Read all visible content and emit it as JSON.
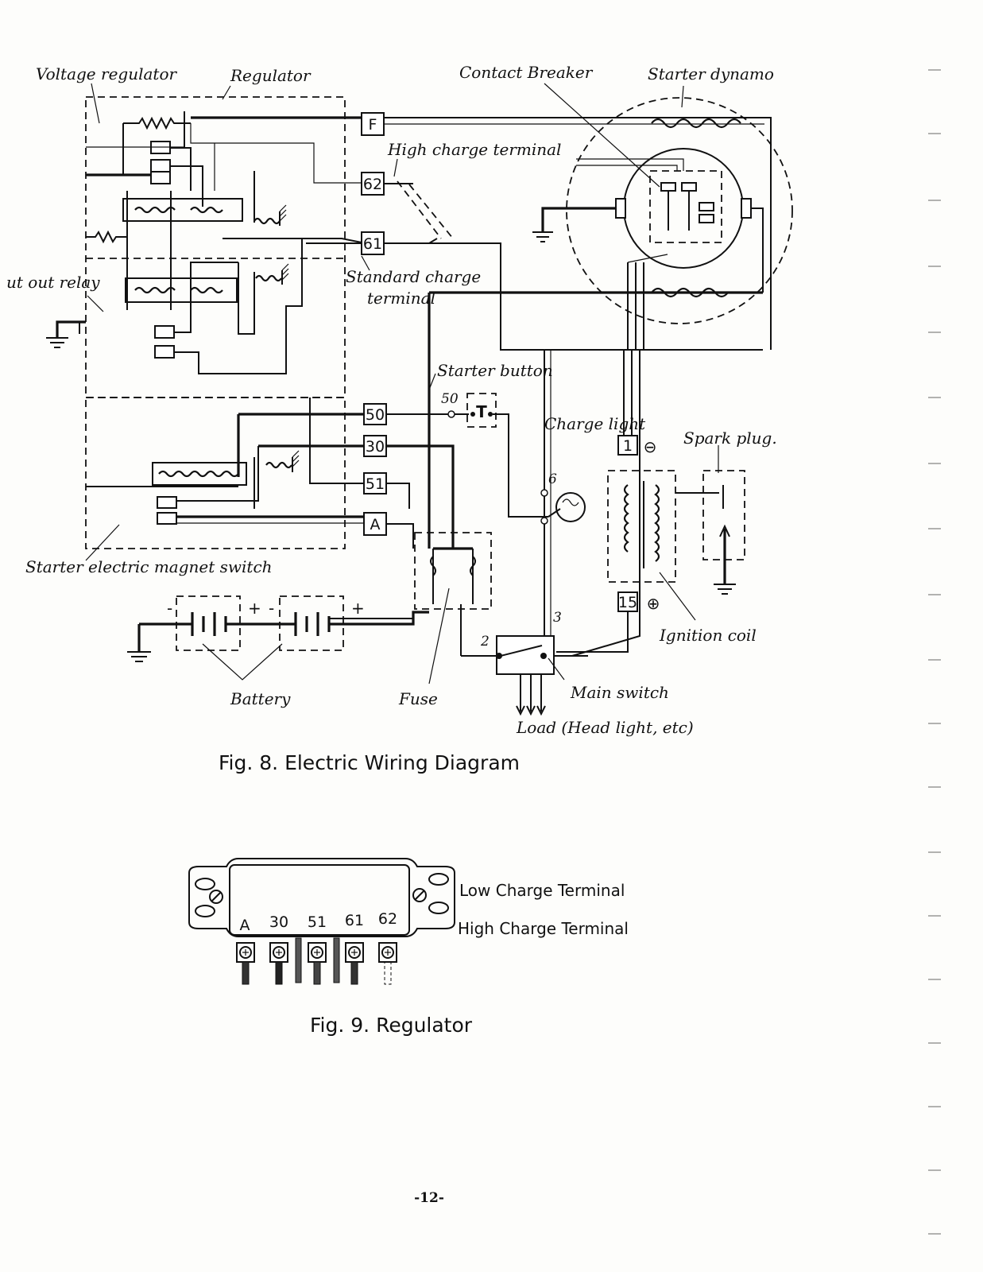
{
  "fig8": {
    "caption": "Fig. 8. Electric Wiring Diagram",
    "labels": {
      "voltage_regulator": "Voltage regulator",
      "regulator": "Regulator",
      "contact_breaker": "Contact Breaker",
      "starter_dynamo": "Starter dynamo",
      "high_charge_terminal": "High charge terminal",
      "standard_charge_line1": "Standard charge",
      "standard_charge_line2": "terminal",
      "cut_out_relay": "ut out relay",
      "starter_button": "Starter button",
      "charge_light": "Charge light",
      "spark_plug": "Spark plug.",
      "starter_magnet_switch": "Starter electric magnet switch",
      "ignition_coil": "Ignition coil",
      "battery": "Battery",
      "fuse": "Fuse",
      "main_switch": "Main switch",
      "load": "Load (Head light, etc)"
    },
    "terminals": {
      "F": "F",
      "t62": "62",
      "t61": "61",
      "t50": "50",
      "t30": "30",
      "t51": "51",
      "A": "A",
      "t1": "1",
      "t15": "15"
    },
    "wire_marks": {
      "n50": "50",
      "n6": "6",
      "n3": "3",
      "n2": "2",
      "plus1": "+",
      "plus2": "+",
      "minus1": "-",
      "minus2": "-",
      "minus_sym": "⊖",
      "plus_sym": "⊕"
    }
  },
  "fig9": {
    "caption": "Fig. 9. Regulator",
    "terminal_labels": [
      "A",
      "30",
      "51",
      "61",
      "62"
    ],
    "low_charge": "Low Charge Terminal",
    "high_charge": "High Charge Terminal"
  },
  "page_number": "-12-"
}
